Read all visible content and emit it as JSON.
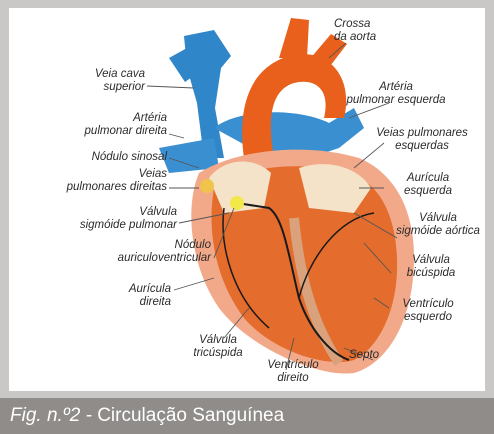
{
  "labels": {
    "crossa_aorta": [
      "Crossa",
      "da aorta"
    ],
    "veia_cava": [
      "Veia cava",
      "superior"
    ],
    "arteria_pulm_esq": [
      "Artéria",
      "pulmonar esquerda"
    ],
    "arteria_pulm_dir": [
      "Artéria",
      "pulmonar direita"
    ],
    "veias_pulm_esq": [
      "Veias pulmonares",
      "esquerdas"
    ],
    "nodulo_sinosal": [
      "Nódulo sinosal"
    ],
    "veias_pulm_dir": [
      "Veias",
      "pulmonares direitas"
    ],
    "auricula_esq": [
      "Aurícula",
      "esquerda"
    ],
    "valvula_sig_pulm": [
      "Válvula",
      "sigmóide pulmonar"
    ],
    "valvula_sig_aort": [
      "Válvula",
      "sigmóide aórtica"
    ],
    "nodulo_av": [
      "Nódulo",
      "auriculoventricular"
    ],
    "valvula_bicuspide": [
      "Válvula",
      "bicúspida"
    ],
    "auricula_dir": [
      "Aurícula",
      "direita"
    ],
    "ventriculo_esq": [
      "Ventrículo",
      "esquerdo"
    ],
    "valvula_tricuspide": [
      "Válvula",
      "tricúspida"
    ],
    "septo": [
      "Septo"
    ],
    "ventriculo_dir": [
      "Ventrículo",
      "direito"
    ]
  },
  "caption": {
    "fig": "Fig. n.º2 -",
    "title": "Circulação Sanguínea"
  }
}
